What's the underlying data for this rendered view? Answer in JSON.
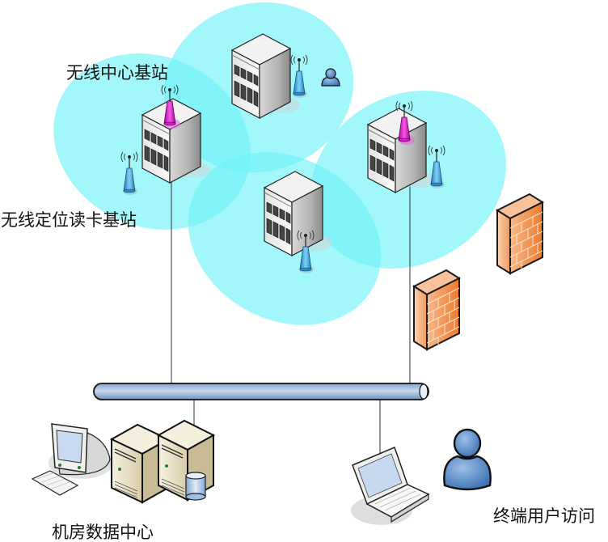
{
  "diagram": {
    "title": "",
    "labels": {
      "central_station": "无线中心基站",
      "reader_station": "无线定位读卡基站",
      "data_center": "机房数据中心",
      "terminal_access": "终端用户访问"
    },
    "nodes": [
      {
        "id": "building-left",
        "type": "building",
        "antenna": "central-magenta"
      },
      {
        "id": "building-top",
        "type": "building",
        "antenna": "reader-blue"
      },
      {
        "id": "building-middle",
        "type": "building",
        "antenna": "reader-blue"
      },
      {
        "id": "building-right",
        "type": "building",
        "antenna": "central-magenta"
      },
      {
        "id": "firewall-1",
        "type": "firewall"
      },
      {
        "id": "firewall-2",
        "type": "firewall"
      },
      {
        "id": "workstation",
        "type": "desktop-computer"
      },
      {
        "id": "server-1",
        "type": "server"
      },
      {
        "id": "server-2",
        "type": "database-server"
      },
      {
        "id": "laptop",
        "type": "laptop"
      },
      {
        "id": "end-user",
        "type": "user"
      },
      {
        "id": "mobile-user",
        "type": "user"
      },
      {
        "id": "network-bus",
        "type": "backbone"
      }
    ],
    "edges": [
      {
        "from": "building-left",
        "to": "network-bus"
      },
      {
        "from": "building-right",
        "to": "network-bus"
      },
      {
        "from": "network-bus",
        "to": "server-2"
      },
      {
        "from": "network-bus",
        "to": "laptop"
      }
    ],
    "colors": {
      "coverage": "#6ff3f7",
      "central_antenna": "#e21ed3",
      "reader_antenna": "#39a6de",
      "firewall": "#f07a2a",
      "bus": "#a9c4e0",
      "user": "#4f86c6",
      "server": "#ece3cc"
    }
  }
}
